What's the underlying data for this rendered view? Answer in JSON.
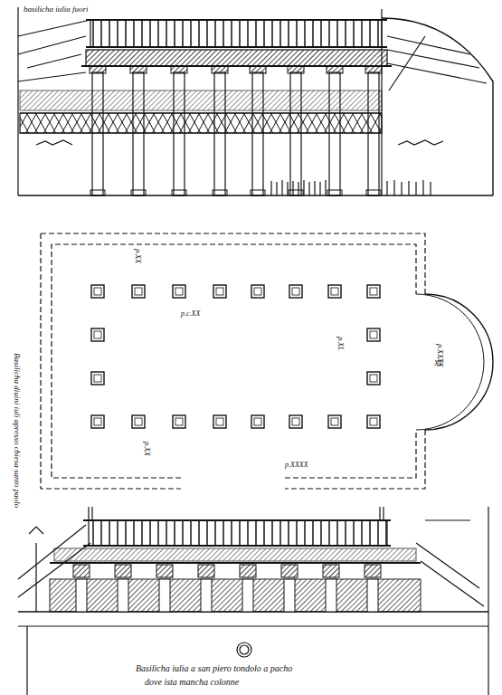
{
  "diagram": {
    "labels": [
      "basilicha iulia fuori",
      "p.XX",
      "p.c.XX",
      "p.XL",
      "p.XXXX",
      "XV",
      "Basilicha diuini iuli apresso chiesa santo paolo",
      "p.XX",
      "p.XXXX",
      "Basilicha iulia a san piero tondolo a pacho",
      "dove ista mancha colonne"
    ]
  }
}
